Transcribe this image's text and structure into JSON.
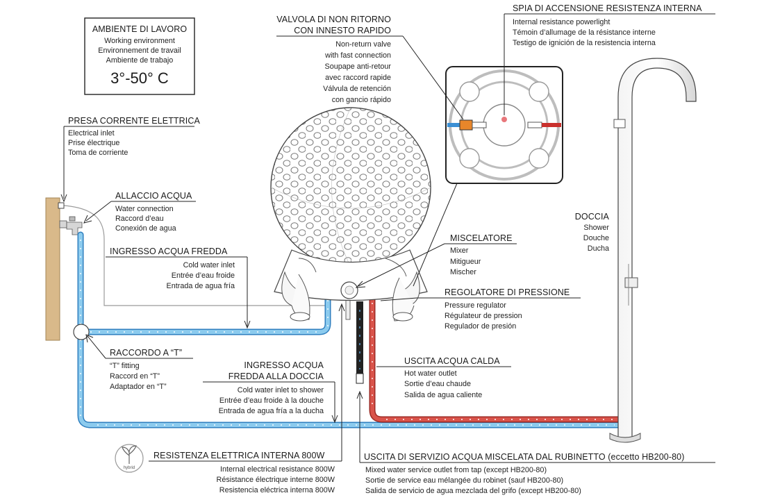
{
  "ambient": {
    "title": "AMBIENTE DI LAVORO",
    "lines": [
      "Working environment",
      "Environnement de travail",
      "Ambiente de trabajo"
    ],
    "range": "3°-50° C"
  },
  "power_inlet": {
    "title": "PRESA CORRENTE ELETTRICA",
    "lines": [
      "Electrical inlet",
      "Prise électrique",
      "Toma de corriente"
    ]
  },
  "water_connection": {
    "title": "ALLACCIO ACQUA",
    "lines": [
      "Water connection",
      "Raccord d’eau",
      "Conexión de agua"
    ]
  },
  "cold_inlet": {
    "title": "INGRESSO ACQUA FREDDA",
    "lines": [
      "Cold water inlet",
      "Entrée d’eau froide",
      "Entrada de agua fría"
    ]
  },
  "t_fitting": {
    "title": "RACCORDO A “T”",
    "lines": [
      "“T” fitting",
      "Raccord en “T”",
      "Adaptador en “T”"
    ]
  },
  "shower_cold_inlet": {
    "title_lines": [
      "INGRESSO ACQUA",
      "FREDDA ALLA DOCCIA"
    ],
    "lines": [
      "Cold water inlet to shower",
      "Entrée d’eau froide à la douche",
      "Entrada de agua fría a la ducha"
    ]
  },
  "heater": {
    "title": "RESISTENZA ELETTRICA INTERNA 800W",
    "lines": [
      "Internal electrical resistance 800W",
      "Résistance électrique interne 800W",
      "Resistencia eléctrica interna 800W"
    ],
    "logo_text": "hybrid"
  },
  "valve": {
    "title_lines": [
      "VALVOLA DI NON RITORNO",
      "CON INNESTO RAPIDO"
    ],
    "lines": [
      "Non-return valve",
      "with fast connection",
      "Soupape anti-retour",
      "avec raccord rapide",
      "Válvula de retención",
      "con gancio rápido"
    ]
  },
  "powerlight": {
    "title": "SPIA DI ACCENSIONE RESISTENZA INTERNA",
    "lines": [
      "Internal resistance powerlight",
      "Témoin d’allumage de la résistance interne",
      "Testigo de ignición de la resistencia interna"
    ]
  },
  "shower": {
    "title": "DOCCIA",
    "lines": [
      "Shower",
      "Douche",
      "Ducha"
    ]
  },
  "mixer": {
    "title": "MISCELATORE",
    "lines": [
      "Mixer",
      "Mitigueur",
      "Mischer"
    ]
  },
  "pressure": {
    "title": "REGOLATORE DI PRESSIONE",
    "lines": [
      "Pressure regulator",
      "Régulateur de pression",
      "Regulador de presión"
    ]
  },
  "hot_outlet": {
    "title": "USCITA ACQUA CALDA",
    "lines": [
      "Hot water outlet",
      "Sortie d’eau chaude",
      "Salida de agua caliente"
    ]
  },
  "service_outlet": {
    "title": "USCITA DI SERVIZIO ACQUA MISCELATA DAL RUBINETTO (eccetto HB200-80)",
    "lines": [
      "Mixed water service outlet from tap (except HB200-80)",
      "Sortie de service eau mélangée du robinet (sauf HB200-80)",
      "Salida de servicio de agua mezclada del grifo (except HB200-80)"
    ]
  },
  "colors": {
    "cold_pipe": "#8ccbee",
    "cold_pipe_edge": "#2f7fbf",
    "hot_pipe": "#d9534a",
    "hot_pipe_edge": "#9c2a24",
    "wood": "#d9b98a",
    "indicator": "#e8777b",
    "valve_orange": "#e8862a"
  }
}
